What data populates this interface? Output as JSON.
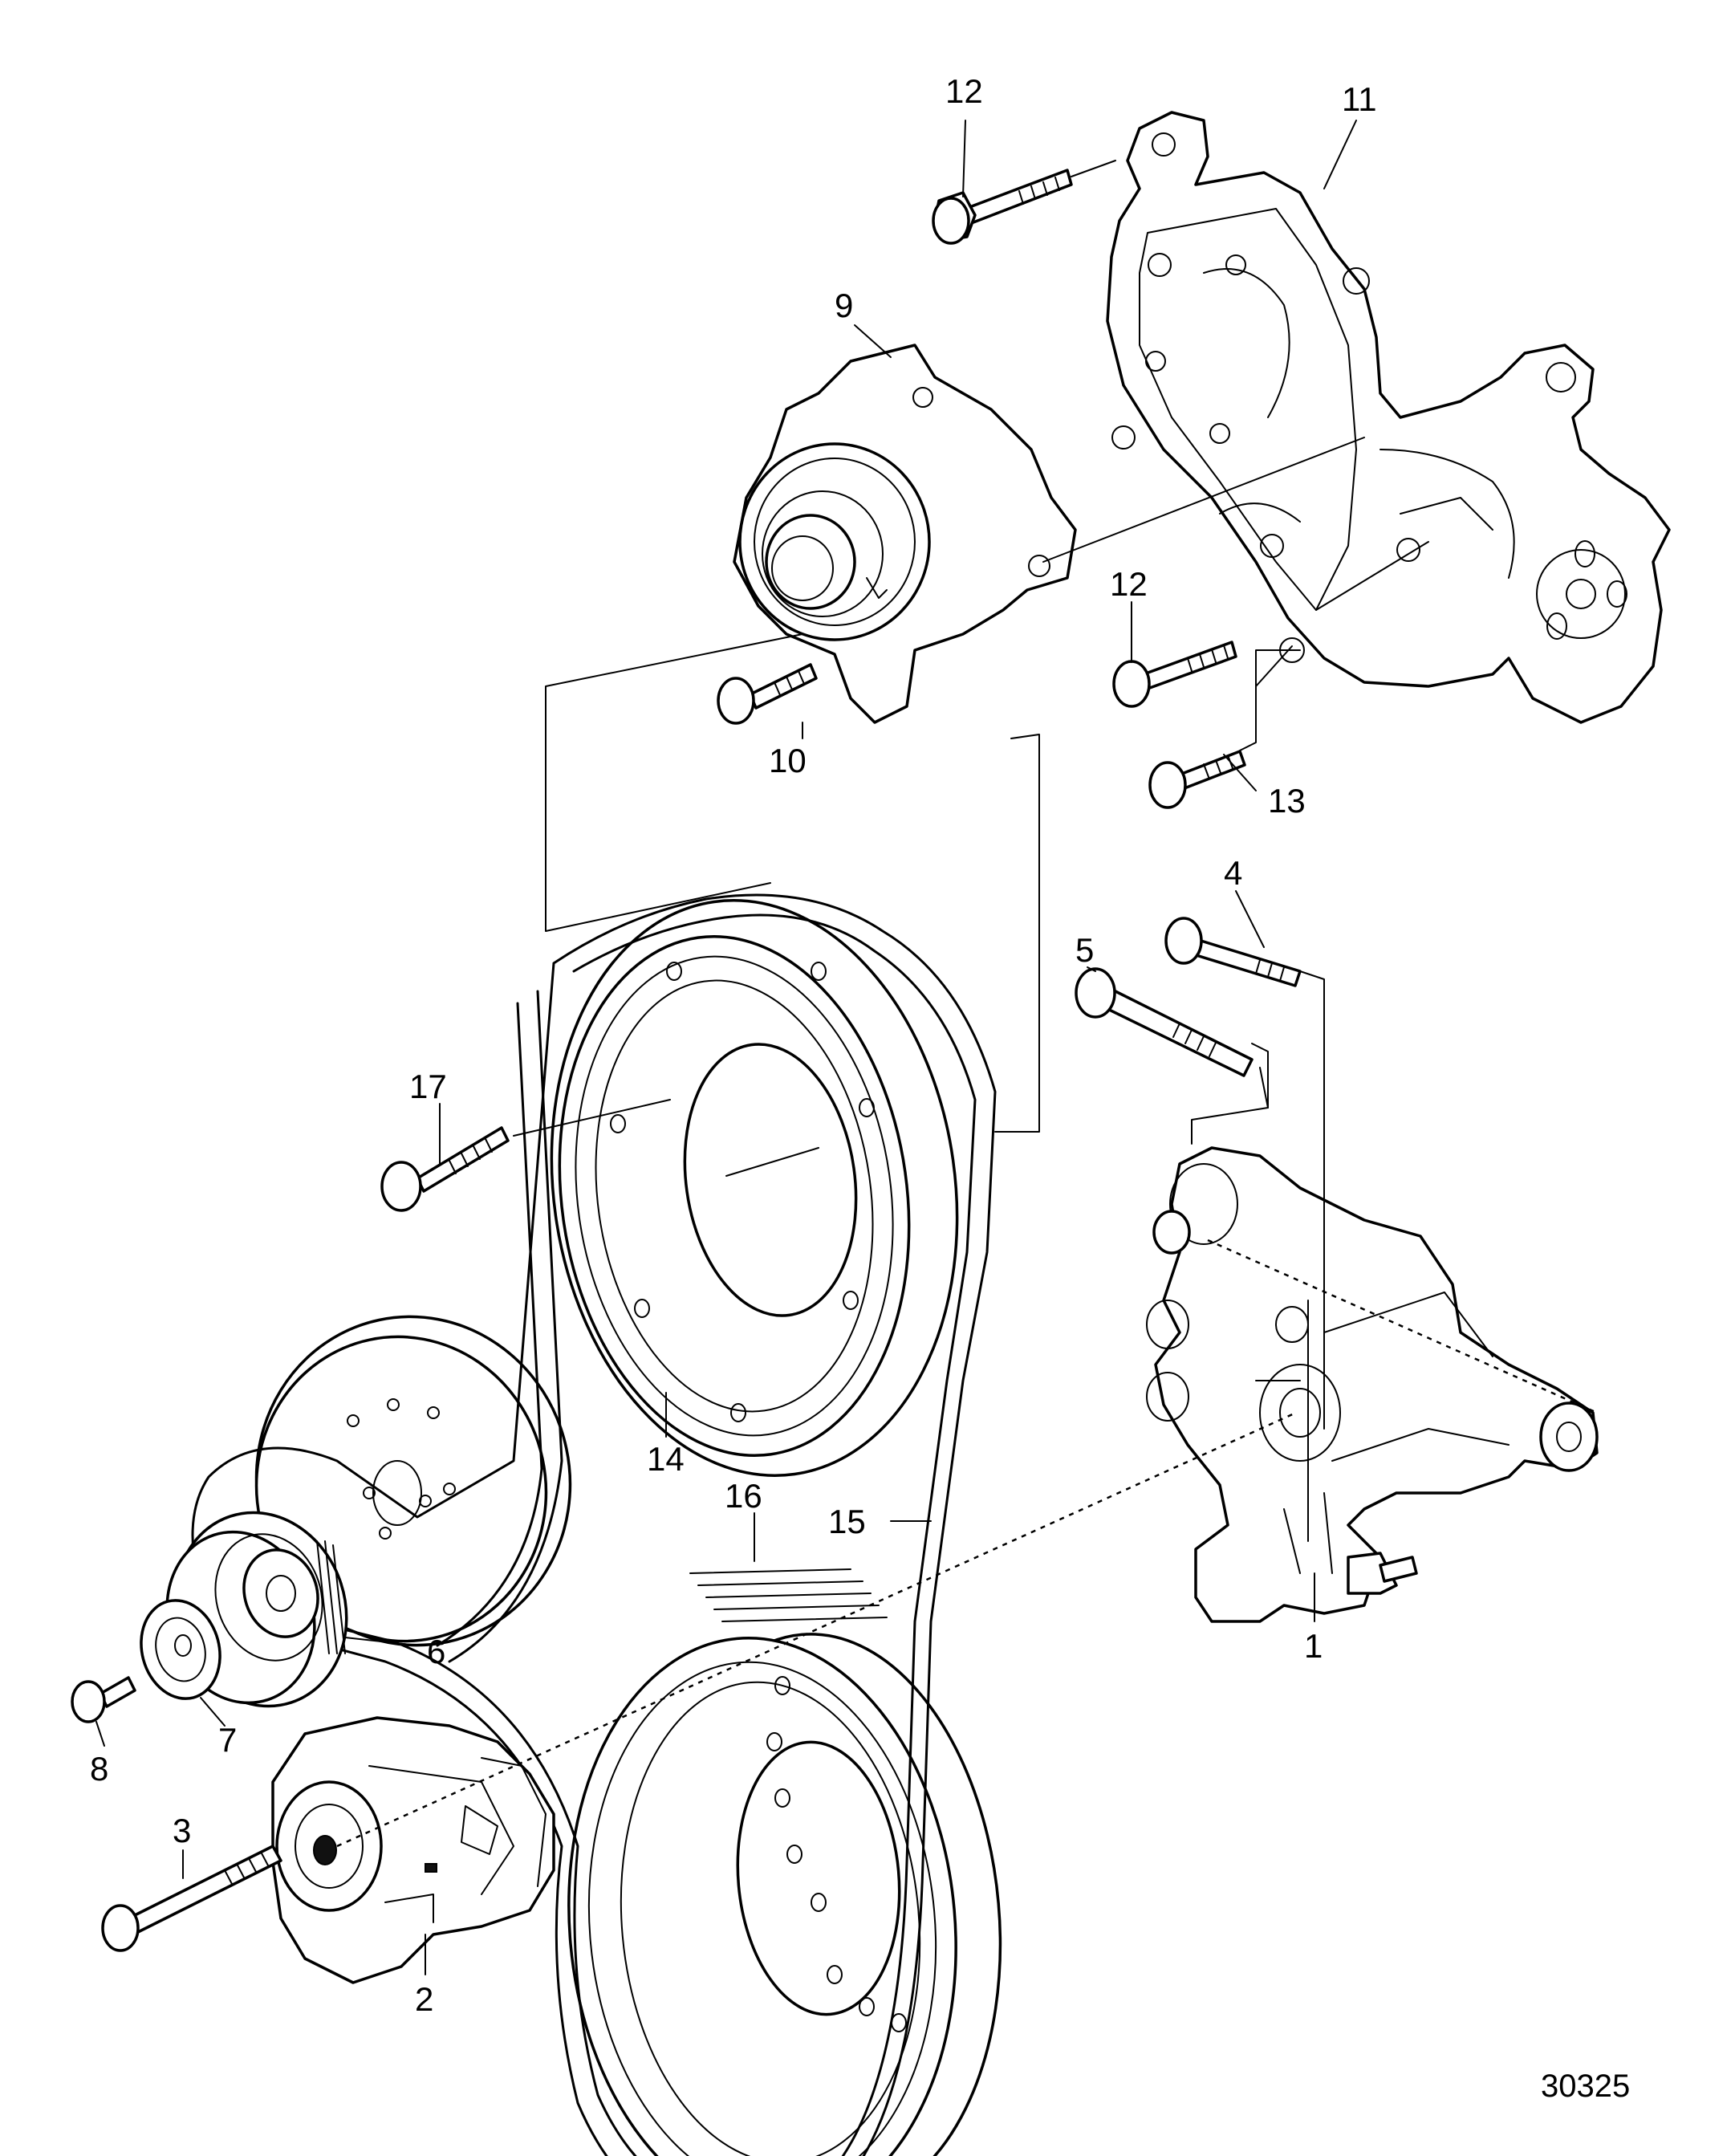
{
  "figure_number": "30325",
  "callouts": [
    {
      "id": "c12a",
      "label": "12"
    },
    {
      "id": "c11",
      "label": "11"
    },
    {
      "id": "c9",
      "label": "9"
    },
    {
      "id": "c12b",
      "label": "12"
    },
    {
      "id": "c10",
      "label": "10"
    },
    {
      "id": "c13",
      "label": "13"
    },
    {
      "id": "c4",
      "label": "4"
    },
    {
      "id": "c5",
      "label": "5"
    },
    {
      "id": "c17",
      "label": "17"
    },
    {
      "id": "c14",
      "label": "14"
    },
    {
      "id": "c16",
      "label": "16"
    },
    {
      "id": "c15",
      "label": "15"
    },
    {
      "id": "c6",
      "label": "6"
    },
    {
      "id": "c7",
      "label": "7"
    },
    {
      "id": "c8",
      "label": "8"
    },
    {
      "id": "c3",
      "label": "3"
    },
    {
      "id": "c2",
      "label": "2"
    },
    {
      "id": "c1",
      "label": "1"
    }
  ]
}
